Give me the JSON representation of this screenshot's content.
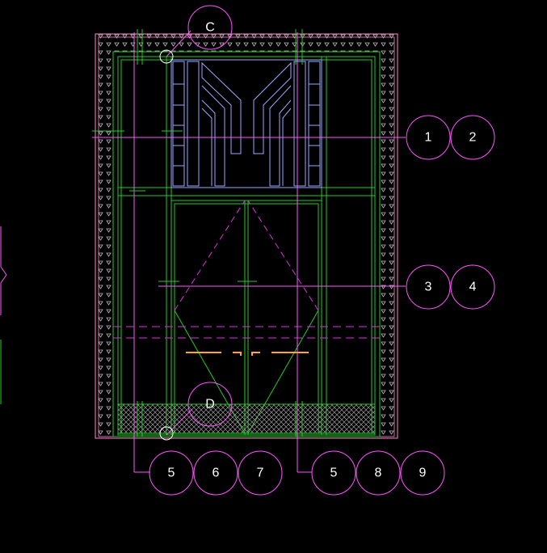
{
  "bubbles": {
    "detail_c": "C",
    "detail_d": "D",
    "b1": "1",
    "b2": "2",
    "b3": "3",
    "b4": "4",
    "b5_left": "5",
    "b6": "6",
    "b7": "7",
    "b5_right": "5",
    "b8": "8",
    "b9": "9"
  },
  "colors": {
    "background": "#000000",
    "frame_green": "#22cc22",
    "outline_pink": "#ff88cc",
    "leader_magenta": "#ff55ff",
    "grille_blue": "#99aaff",
    "handle_orange": "#ffaa22",
    "text": "#ffffff",
    "hatch": "#aaaaaa"
  }
}
